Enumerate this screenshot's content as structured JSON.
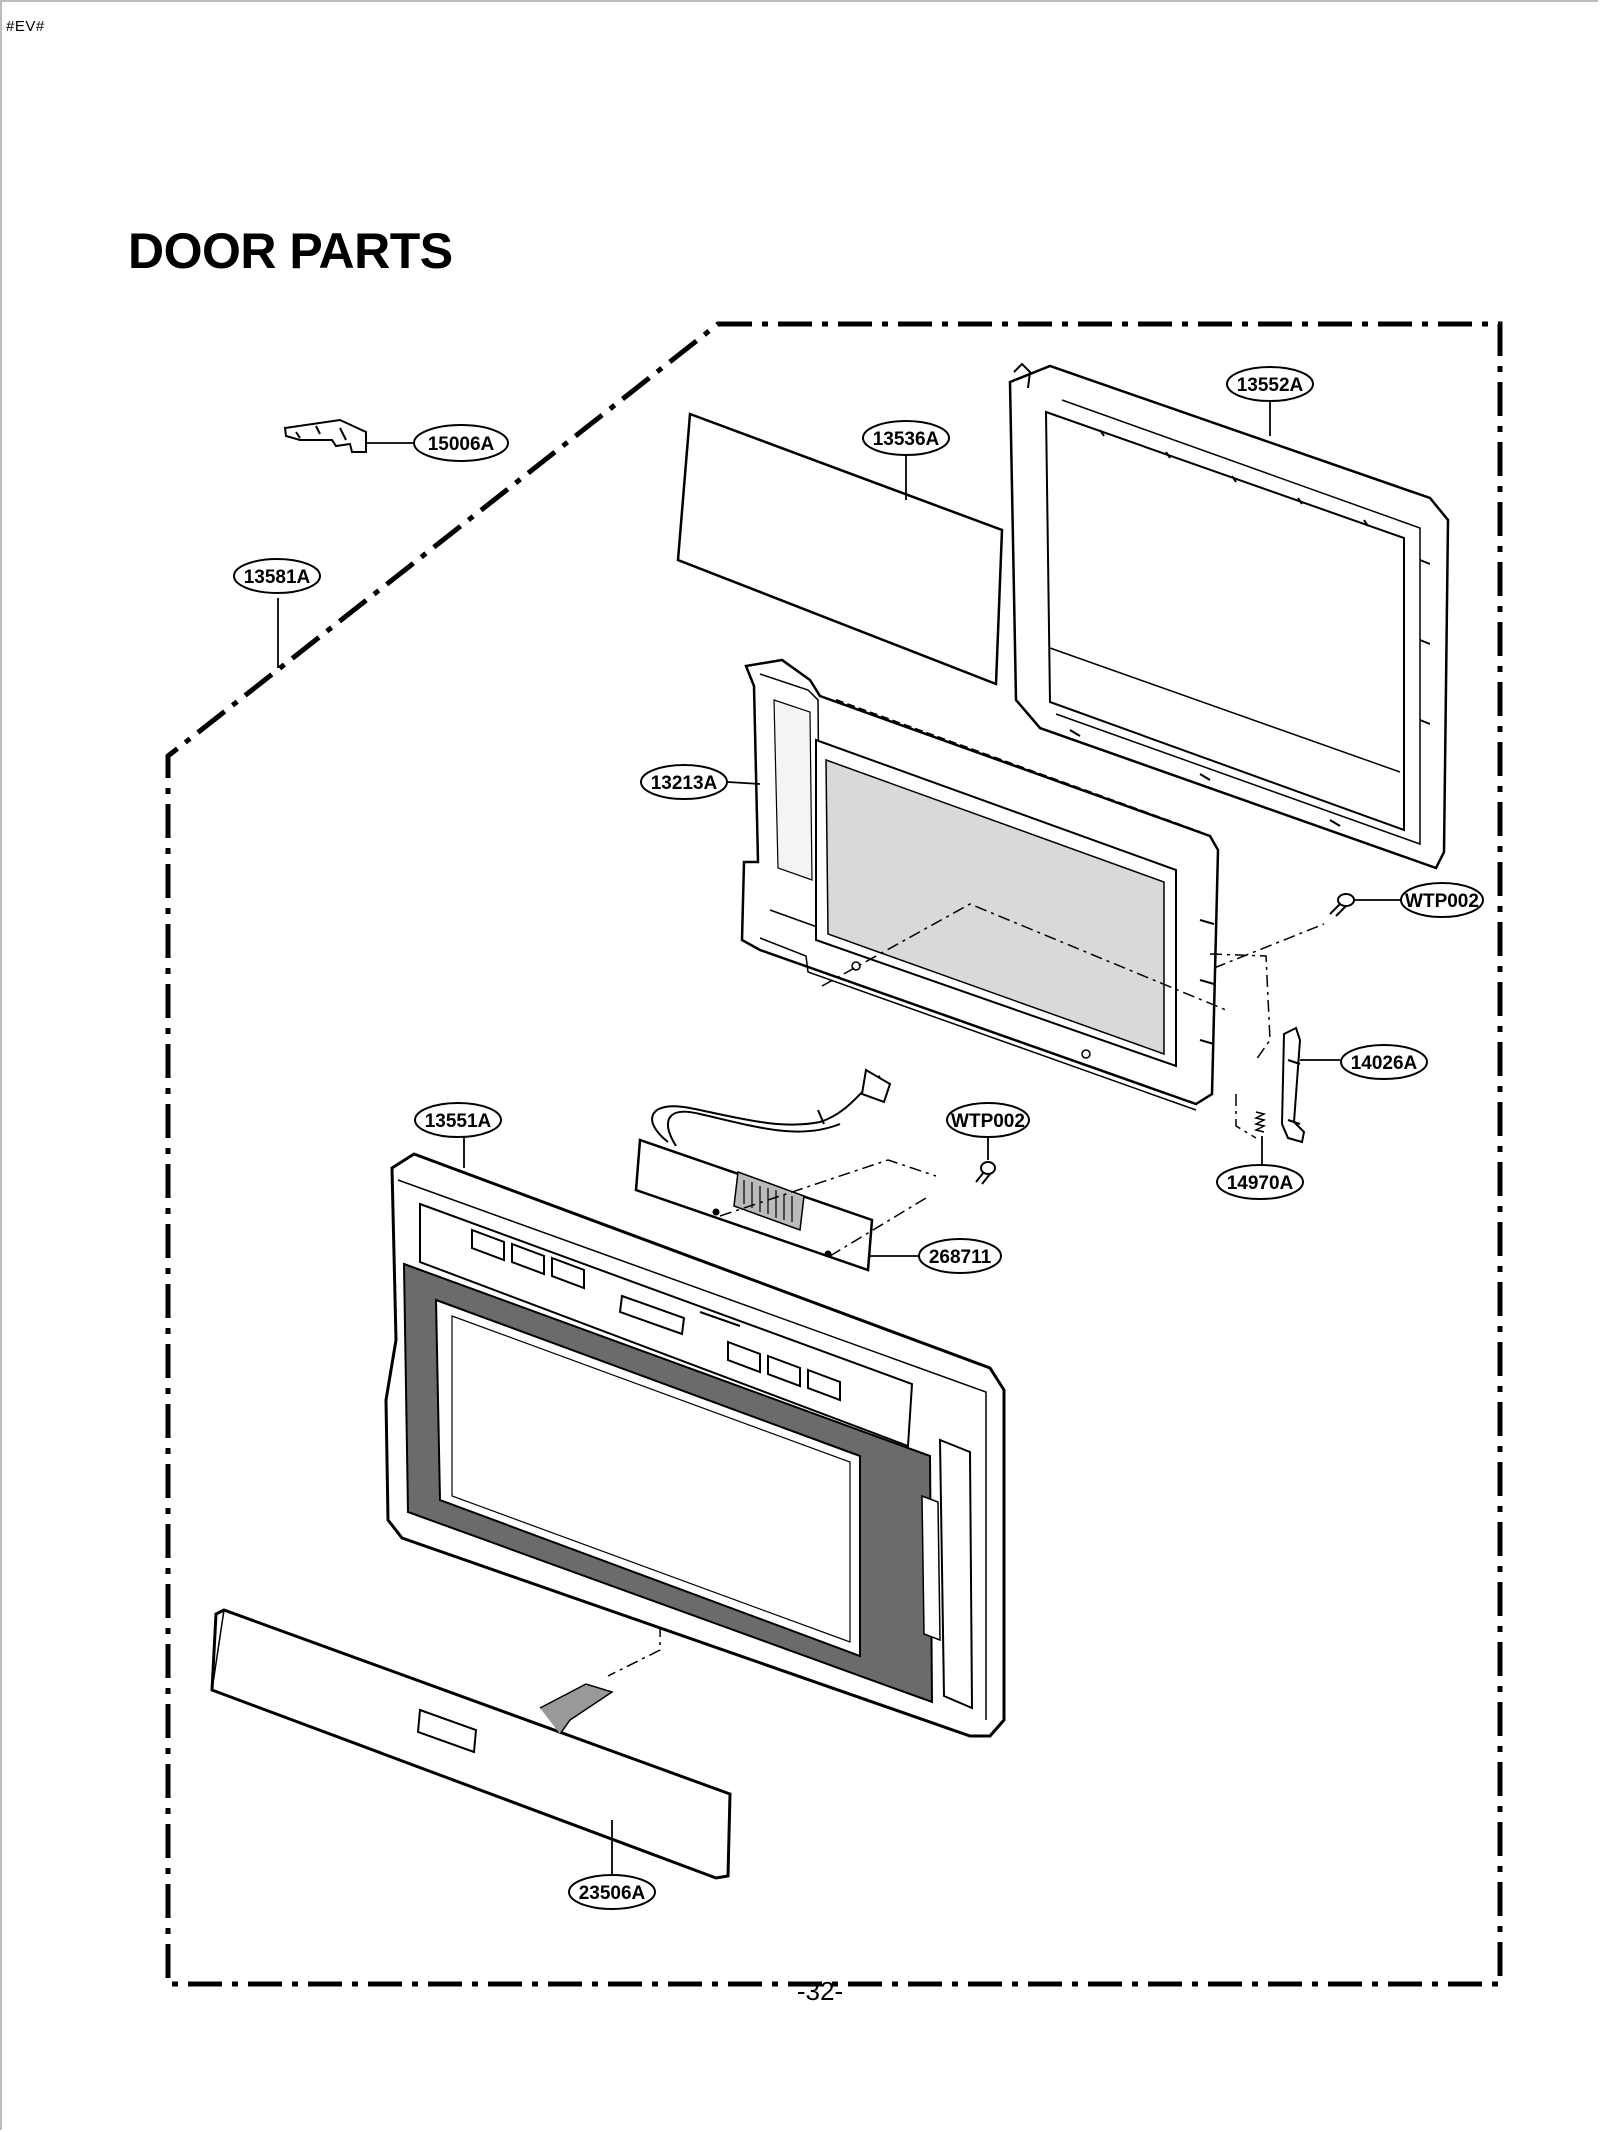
{
  "header": {
    "doc_code": "#EV#"
  },
  "title": "DOOR PARTS",
  "page_number": "-32-",
  "callouts": {
    "p15006A": "15006A",
    "p13536A": "13536A",
    "p13552A": "13552A",
    "p13581A": "13581A",
    "p13213A": "13213A",
    "pWTP002_upper": "WTP002",
    "p14026A": "14026A",
    "p14970A": "14970A",
    "p13551A": "13551A",
    "pWTP002_lower": "WTP002",
    "p268711": "268711",
    "p23506A": "23506A"
  },
  "colors": {
    "line": "#000000",
    "glass": "#d9d9d9",
    "frame_dark": "#6b6b6b",
    "background": "#ffffff"
  }
}
